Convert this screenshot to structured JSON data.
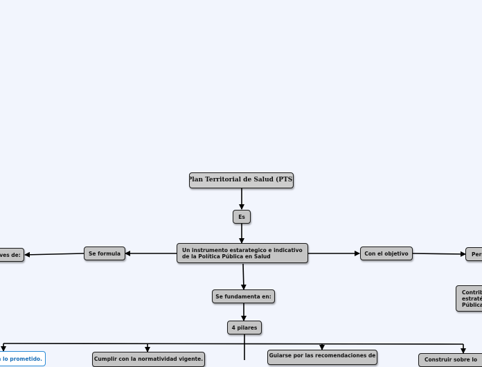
{
  "map": {
    "root": "Plan Territorial de Salud (PTS)",
    "es": "Es",
    "instrumento": "Un instrumento estarategico e indicativo de la Política Pública en Salud",
    "se_formula": "Se formula",
    "atraves": "ves de:",
    "con_objetivo": "Con el objetivo",
    "per": "Pers",
    "contrib": "Contrib\nestratég\nPública",
    "se_fundamenta": "Se fundamenta en:",
    "pilares": "4 pilares",
    "pilar_1": "n lo prometido.",
    "pilar_2": "Cumplir con la normatividad vigente.",
    "pilar_3": "Guiarse por las recomendaciones de",
    "pilar_4": "Construir sobre lo"
  },
  "colors": {
    "background": "#f2f5fd",
    "node_fill": "#c4c4c4",
    "node_border": "#1a1a1a",
    "outline_node_border": "#2a8bd6",
    "connector": "#000000"
  }
}
